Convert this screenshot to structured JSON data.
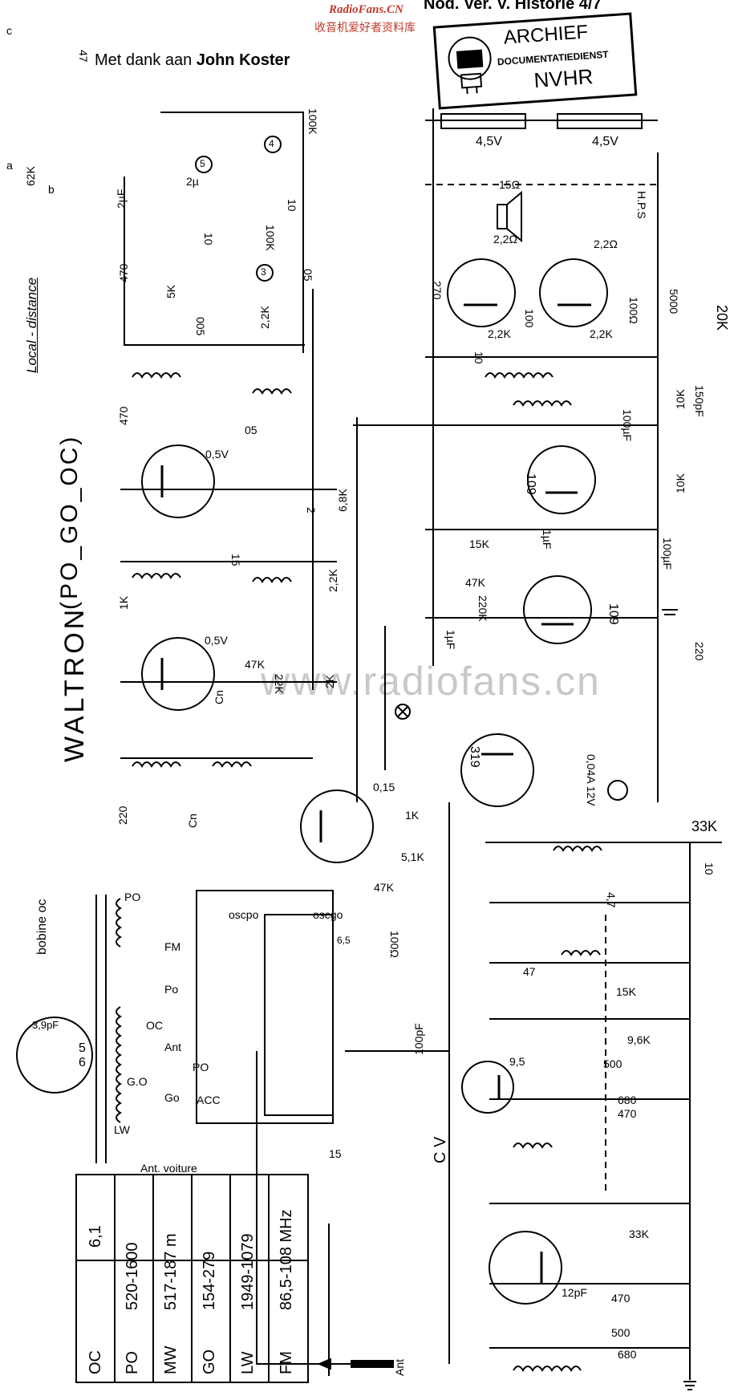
{
  "header": {
    "site_name": "RadioFans.CN",
    "site_subtitle": "收音机爱好者资料库",
    "reference": "Nod. Ver. V. Historie 4/7"
  },
  "credit": {
    "prefix": "Met dank aan ",
    "name": "John Koster"
  },
  "stamp": {
    "line1": "ARCHIEF",
    "line2": "DOCUMENTATIEDIENST",
    "line3": "NVHR"
  },
  "title": {
    "brand": "WALTRON",
    "bands": "(PO_GO_OC)",
    "switch_label": "Local - distance"
  },
  "watermark": "www.radiofans.cn",
  "bobine": {
    "label": "bobine oc",
    "cap": "3,9pF",
    "pins": [
      "6",
      "5"
    ]
  },
  "band_table": {
    "columns": [
      {
        "code": "OC",
        "range": "6,1"
      },
      {
        "code": "PO",
        "range": "520-1600"
      },
      {
        "code": "MW",
        "range": "517-187 m"
      },
      {
        "code": "GO",
        "range": "154-279"
      },
      {
        "code": "LW",
        "range": "1949-1079"
      },
      {
        "code": "FM",
        "range": "86,5-108 MHz"
      }
    ]
  },
  "component_labels": {
    "c_2uF_a": "2µF",
    "c_2uF_b": "2µ",
    "r_470_top": "470",
    "r_5k": "5K",
    "r_2_2k_top": "2,2K",
    "r_100k_top": "100K",
    "r_100k_mid": "100K",
    "c_10": "10",
    "c_05_a": "05",
    "c_05_b": "05",
    "c_005": "005",
    "r_10": "10",
    "r_470_osc": "470",
    "v_0_5V_a": "0,5V",
    "v_0_5V_b": "0,5V",
    "r_6_8k": "6,8K",
    "r_2_2k_mid": "2,2K",
    "r_1k": "1K",
    "r_47k": "47K",
    "r_22k": "22K",
    "r_2k": "2K",
    "c_cn_a": "Cn",
    "c_cn_b": "Cn",
    "c_15": "15",
    "c_2": "2",
    "r_220_left": "220",
    "v_0_15": "0,15",
    "r_1k_b": "1K",
    "r_5_1k": "5,1K",
    "r_47k_b": "47K",
    "r_100_ohm": "100Ω",
    "c_100pF": "100pF",
    "c_15b": "15",
    "ant_voiture": "Ant. voiture",
    "ant": "Ant",
    "sw_fm": "FM",
    "sw_po": "Po",
    "sw_oc": "OC",
    "sw_ant": "Ant",
    "sw_go": "Go",
    "sw_acc": "ACC",
    "sw_po2": "PO",
    "coil_po": "PO",
    "coil_go": "G.O",
    "coil_lw": "LW",
    "osc_po": "oscpo",
    "osc_go": "oscgo",
    "cv": "C V",
    "r_33k": "33K",
    "c_10_fm": "10",
    "c_4_7": "4,7",
    "c_47": "47",
    "r_15k": "15K",
    "r_9_6k": "9,6K",
    "c_500": "500",
    "r_680": "680",
    "r_470_fm": "470",
    "r_33k_b": "33K",
    "c_12pF": "12pF",
    "r_470_b": "470",
    "c_500_b": "500",
    "r_680_b": "680",
    "c_9_5": "9,5",
    "r_15_ohm": "15Ω",
    "r_2_2_ohm_a": "2,2Ω",
    "r_2_2_ohm_b": "2,2Ω",
    "r_270": "270",
    "r_100_a": "100",
    "r_100_b": "100Ω",
    "r_2_2k_out_a": "2,2K",
    "r_2_2k_out_b": "2,2K",
    "c_10_out": "10",
    "hps": "H.P.S",
    "bat_a": "4,5V",
    "bat_b": "4,5V",
    "c_5000": "5000",
    "r_20k": "20K",
    "r_10k_a": "10K",
    "c_150pF": "150pF",
    "c_100uF_a": "100µF",
    "t_109_a": "109",
    "r_10k_b": "10K",
    "r_15k_b": "15K",
    "c_1uF": "1µF",
    "r_47k_c": "47K",
    "r_220k": "220K",
    "c_1uF_b": "1µF",
    "t_109_b": "109",
    "c_100uF_b": "100µF",
    "r_220": "220",
    "t_319": "319",
    "lamp": "0,04A 12V",
    "local_sw_a": "a",
    "local_sw_b": "b",
    "local_sw_c": "c",
    "r_62k": "62K",
    "c_47_ls": "47",
    "tp_3": "3",
    "tp_4": "4",
    "tp_5": "5",
    "tp_6": "6,5"
  }
}
